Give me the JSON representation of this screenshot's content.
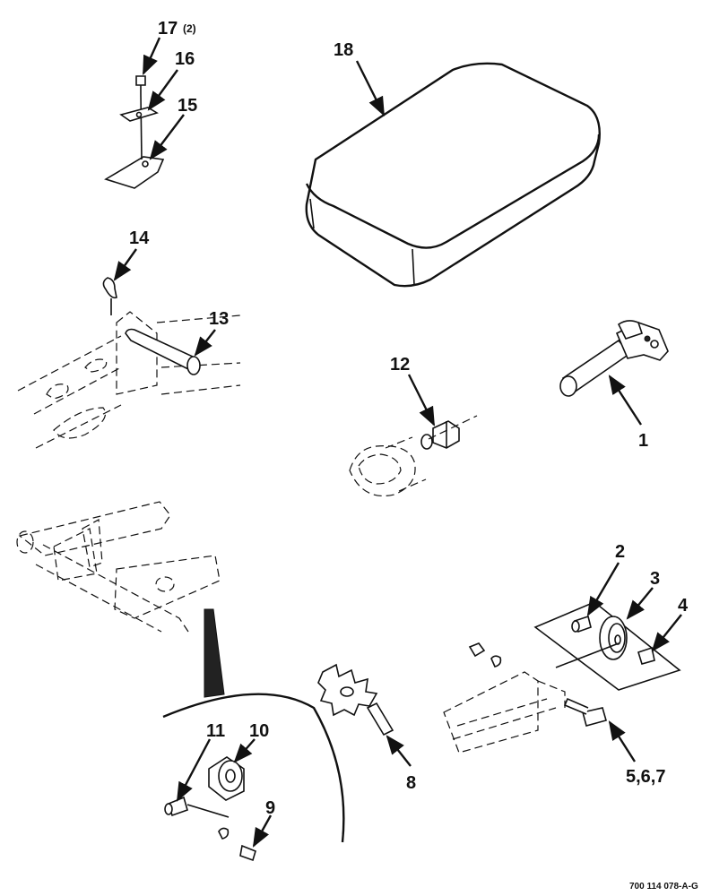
{
  "callouts": {
    "c1": "1",
    "c2": "2",
    "c3": "3",
    "c4": "4",
    "c567": "5,6,7",
    "c8": "8",
    "c9": "9",
    "c10": "10",
    "c11": "11",
    "c12": "12",
    "c13": "13",
    "c14": "14",
    "c15": "15",
    "c16": "16",
    "c17": "17",
    "c17_qty": "(2)",
    "c18": "18"
  },
  "drawing_id": "700 114 078-A-G"
}
